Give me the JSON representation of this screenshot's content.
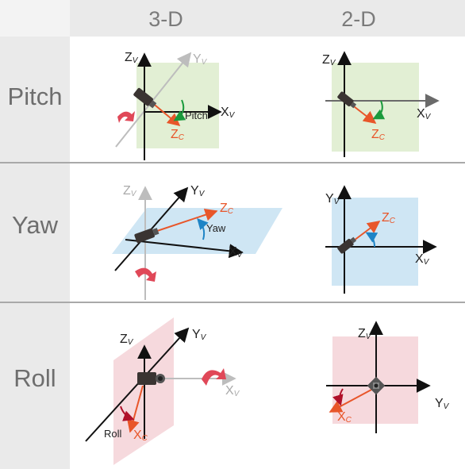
{
  "columns": [
    "3-D",
    "2-D"
  ],
  "rows": [
    {
      "label": "Pitch"
    },
    {
      "label": "Yaw"
    },
    {
      "label": "Roll"
    }
  ],
  "axes": {
    "zv": {
      "main": "Z",
      "sub": "V"
    },
    "yv": {
      "main": "Y",
      "sub": "V"
    },
    "xv": {
      "main": "X",
      "sub": "V"
    },
    "zc": {
      "main": "Z",
      "sub": "C"
    },
    "xc": {
      "main": "X",
      "sub": "C"
    }
  },
  "angle_labels": {
    "pitch": "Pitch",
    "yaw": "Yaw",
    "roll": "Roll"
  },
  "colors": {
    "header_bg": "#eaeaea",
    "row_label_bg": "#eaeaea",
    "pitch_plane": "#e2efd4",
    "yaw_plane": "#cfe6f4",
    "roll_plane": "#f6d9dd",
    "camera_vector": "#e8562a",
    "pitch_arc": "#1a9a3c",
    "yaw_arc": "#1e84c6",
    "roll_arc": "#b0102a",
    "rotation_icon": "#e04858",
    "divider": "#a9a9a9"
  },
  "icons": [
    "camera-icon",
    "rotation-arrow-icon"
  ]
}
